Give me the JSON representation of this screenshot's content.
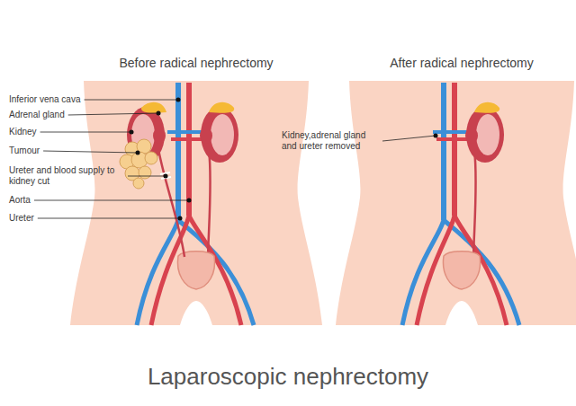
{
  "diagram": {
    "title": "Laparoscopic nephrectomy",
    "labels": [
      "Before radical nephrectomy",
      "After radical nephrectomy",
      "Inferior vena cava",
      "Adrenal gland",
      "Kidney",
      "Tumour",
      "Ureter and blood supply to kidney cut",
      "Aorta",
      "Ureter",
      "Kidney,adrenal gland and ureter removed"
    ]
  }
}
